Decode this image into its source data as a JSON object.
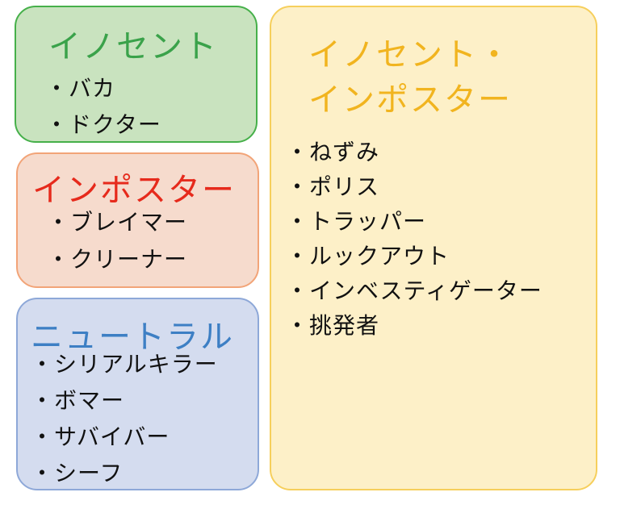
{
  "innocent": {
    "title": "イノセント",
    "items": [
      "・バカ",
      "・ドクター"
    ]
  },
  "impostor": {
    "title": "インポスター",
    "items": [
      "・ブレイマー",
      "・クリーナー"
    ]
  },
  "neutral": {
    "title": "ニュートラル",
    "items": [
      "・シリアルキラー",
      "・ボマー",
      "・サバイバー",
      "・シーフ"
    ]
  },
  "both": {
    "title_line1": "イノセント・",
    "title_line2": "インポスター",
    "items": [
      "・ねずみ",
      "・ポリス",
      "・トラッパー",
      "・ルックアウト",
      "・インベスティゲーター",
      "・挑発者"
    ]
  },
  "colors": {
    "innocent_fill": "#c9e3bf",
    "innocent_text": "#3aa24a",
    "impostor_fill": "#f6dbcd",
    "impostor_text": "#e62a1c",
    "neutral_fill": "#d4dcef",
    "neutral_text": "#3d7fc4",
    "both_fill": "#fdf0c8",
    "both_text": "#f1b41f"
  }
}
